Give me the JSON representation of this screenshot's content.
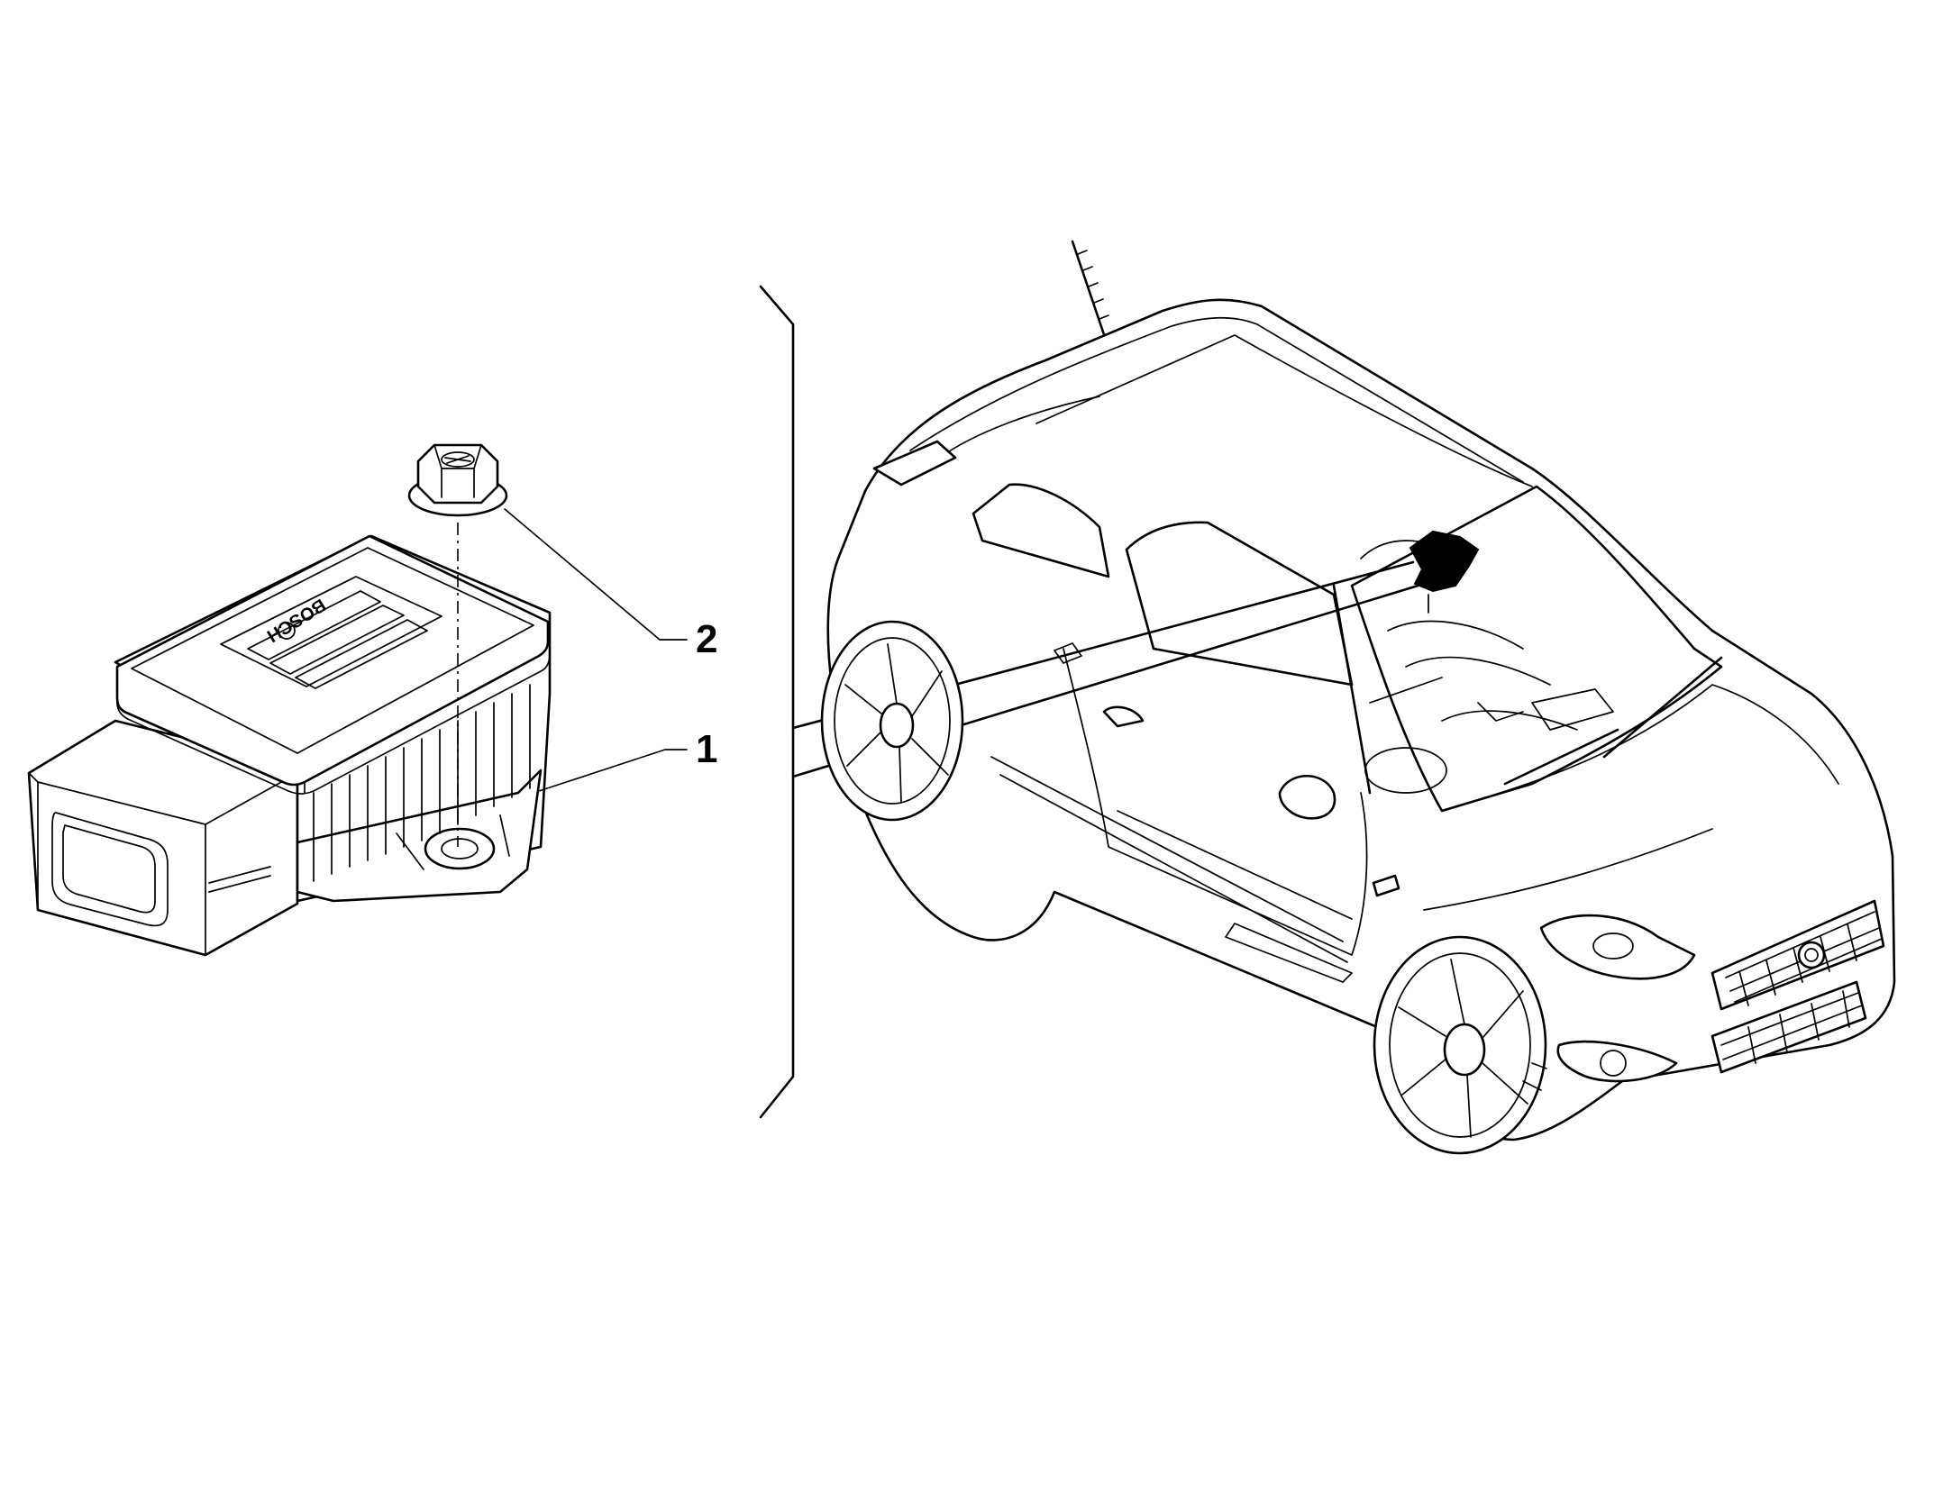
{
  "diagram": {
    "callouts": [
      {
        "number": "2"
      },
      {
        "number": "1"
      }
    ],
    "component_marking": "BOSCH"
  }
}
